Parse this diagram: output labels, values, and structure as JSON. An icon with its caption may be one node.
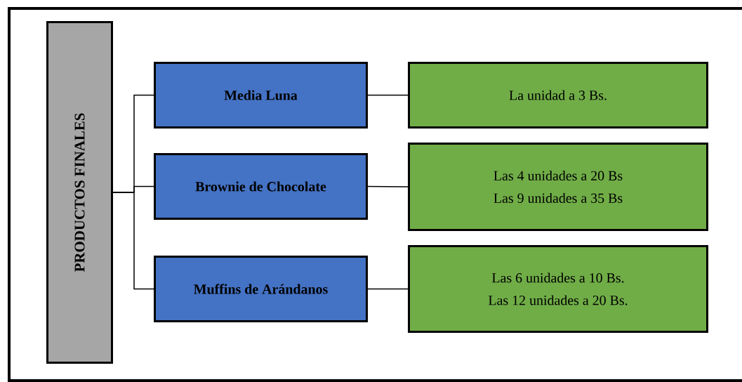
{
  "diagram": {
    "nodes": [
      {
        "text": [
          "PRODUCTOS FINALES"
        ]
      },
      {
        "text": [
          "Media Luna"
        ]
      },
      {
        "text": [
          "Brownie de Chocolate"
        ]
      },
      {
        "text": [
          "Muffins de Arándanos"
        ]
      },
      {
        "text": [
          "La unidad a 3 Bs."
        ]
      },
      {
        "text": [
          "Las 4 unidades a 20 Bs",
          "Las 9 unidades a 35 Bs"
        ]
      },
      {
        "text": [
          "Las 6 unidades a 10 Bs.",
          "Las 12 unidades a 20 Bs."
        ]
      }
    ],
    "edges": [
      {
        "from": 0,
        "to": 1,
        "arrow": "none"
      },
      {
        "from": 0,
        "to": 2,
        "arrow": "none"
      },
      {
        "from": 0,
        "to": 3,
        "arrow": "none"
      },
      {
        "from": 1,
        "to": 4,
        "arrow": "none"
      },
      {
        "from": 2,
        "to": 5,
        "arrow": "none"
      },
      {
        "from": 3,
        "to": 6,
        "arrow": "none"
      }
    ]
  }
}
